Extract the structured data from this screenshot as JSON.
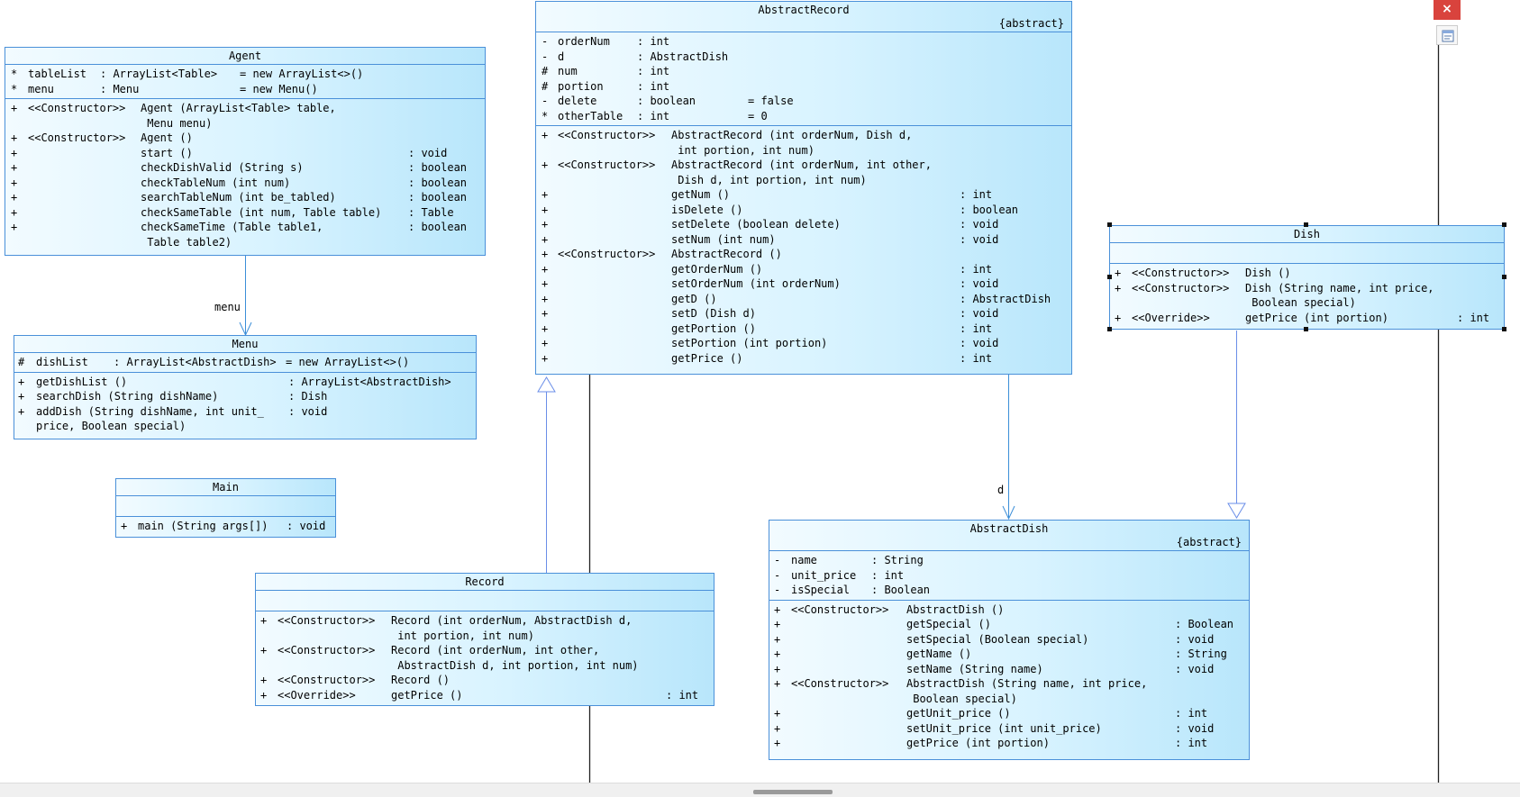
{
  "window": {
    "close_glyph": "×"
  },
  "classes": {
    "agent": {
      "name": "Agent",
      "attrs": [
        [
          "*",
          "tableList",
          ": ArrayList<Table>",
          "= new ArrayList<>()"
        ],
        [
          "*",
          "menu",
          ": Menu",
          "= new Menu()"
        ]
      ],
      "ops": [
        [
          "+",
          "<<Constructor>>",
          "Agent (ArrayList<Table> table,\n Menu menu)",
          ""
        ],
        [
          "+",
          "<<Constructor>>",
          "Agent ()",
          ""
        ],
        [
          "+",
          "",
          "start ()",
          ": void"
        ],
        [
          "+",
          "",
          "checkDishValid (String s)",
          ": boolean"
        ],
        [
          "+",
          "",
          "checkTableNum (int num)",
          ": boolean"
        ],
        [
          "+",
          "",
          "searchTableNum (int be_tabled)",
          ": boolean"
        ],
        [
          "+",
          "",
          "checkSameTable (int num, Table table)",
          ": Table"
        ],
        [
          "+",
          "",
          "checkSameTime (Table table1,\n Table table2)",
          ": boolean"
        ]
      ]
    },
    "menu": {
      "name": "Menu",
      "attrs": [
        [
          "#",
          "dishList",
          ": ArrayList<AbstractDish>",
          "= new ArrayList<>()"
        ]
      ],
      "ops": [
        [
          "+",
          "getDishList ()",
          ": ArrayList<AbstractDish>"
        ],
        [
          "+",
          "searchDish (String dishName)",
          ": Dish"
        ],
        [
          "+",
          "addDish (String dishName, int unit_\nprice, Boolean special)",
          ": void"
        ]
      ]
    },
    "main": {
      "name": "Main",
      "ops": [
        [
          "+",
          "main (String args[])",
          ": void"
        ]
      ]
    },
    "abstract_record": {
      "name": "AbstractRecord",
      "stereotype": "{abstract}",
      "attrs": [
        [
          "-",
          "orderNum",
          ": int",
          ""
        ],
        [
          "-",
          "d",
          ": AbstractDish",
          ""
        ],
        [
          "#",
          "num",
          ": int",
          ""
        ],
        [
          "#",
          "portion",
          ": int",
          ""
        ],
        [
          "-",
          "delete",
          ": boolean",
          "= false"
        ],
        [
          "*",
          "otherTable",
          ": int",
          "= 0"
        ]
      ],
      "ops": [
        [
          "+",
          "<<Constructor>>",
          "AbstractRecord (int orderNum, Dish d,\n int portion, int num)",
          ""
        ],
        [
          "+",
          "<<Constructor>>",
          "AbstractRecord (int orderNum, int other,\n Dish d, int portion, int num)",
          ""
        ],
        [
          "+",
          "",
          "getNum ()",
          ": int"
        ],
        [
          "+",
          "",
          "isDelete ()",
          ": boolean"
        ],
        [
          "+",
          "",
          "setDelete (boolean delete)",
          ": void"
        ],
        [
          "+",
          "",
          "setNum (int num)",
          ": void"
        ],
        [
          "+",
          "<<Constructor>>",
          "AbstractRecord ()",
          ""
        ],
        [
          "+",
          "",
          "getOrderNum ()",
          ": int"
        ],
        [
          "+",
          "",
          "setOrderNum (int orderNum)",
          ": void"
        ],
        [
          "+",
          "",
          "getD ()",
          ": AbstractDish"
        ],
        [
          "+",
          "",
          "setD (Dish d)",
          ": void"
        ],
        [
          "+",
          "",
          "getPortion ()",
          ": int"
        ],
        [
          "+",
          "",
          "setPortion (int portion)",
          ": void"
        ],
        [
          "+",
          "",
          "getPrice ()",
          ": int"
        ]
      ]
    },
    "dish": {
      "name": "Dish",
      "ops": [
        [
          "+",
          "<<Constructor>>",
          "Dish ()",
          ""
        ],
        [
          "+",
          "<<Constructor>>",
          "Dish (String name, int price,\n Boolean special)",
          ""
        ],
        [
          "+",
          "<<Override>>",
          "getPrice (int portion)",
          ": int"
        ]
      ]
    },
    "record": {
      "name": "Record",
      "ops": [
        [
          "+",
          "<<Constructor>>",
          "Record (int orderNum, AbstractDish d,\n int portion, int num)",
          ""
        ],
        [
          "+",
          "<<Constructor>>",
          "Record (int orderNum, int other,\n AbstractDish d, int portion, int num)",
          ""
        ],
        [
          "+",
          "<<Constructor>>",
          "Record ()",
          ""
        ],
        [
          "+",
          "<<Override>>",
          "getPrice ()",
          ": int"
        ]
      ]
    },
    "abstract_dish": {
      "name": "AbstractDish",
      "stereotype": "{abstract}",
      "attrs": [
        [
          "-",
          "name",
          ": String"
        ],
        [
          "-",
          "unit_price",
          ": int"
        ],
        [
          "-",
          "isSpecial",
          ": Boolean"
        ]
      ],
      "ops": [
        [
          "+",
          "<<Constructor>>",
          "AbstractDish ()",
          ""
        ],
        [
          "+",
          "",
          "getSpecial ()",
          ": Boolean"
        ],
        [
          "+",
          "",
          "setSpecial (Boolean special)",
          ": void"
        ],
        [
          "+",
          "",
          "getName ()",
          ": String"
        ],
        [
          "+",
          "",
          "setName (String name)",
          ": void"
        ],
        [
          "+",
          "<<Constructor>>",
          "AbstractDish (String name, int price,\n Boolean special)",
          ""
        ],
        [
          "+",
          "",
          "getUnit_price ()",
          ": int"
        ],
        [
          "+",
          "",
          "setUnit_price (int unit_price)",
          ": void"
        ],
        [
          "+",
          "",
          "getPrice (int portion)",
          ": int"
        ]
      ]
    }
  },
  "associations": {
    "agent_menu_label": "menu",
    "record_dish_label": "d"
  }
}
